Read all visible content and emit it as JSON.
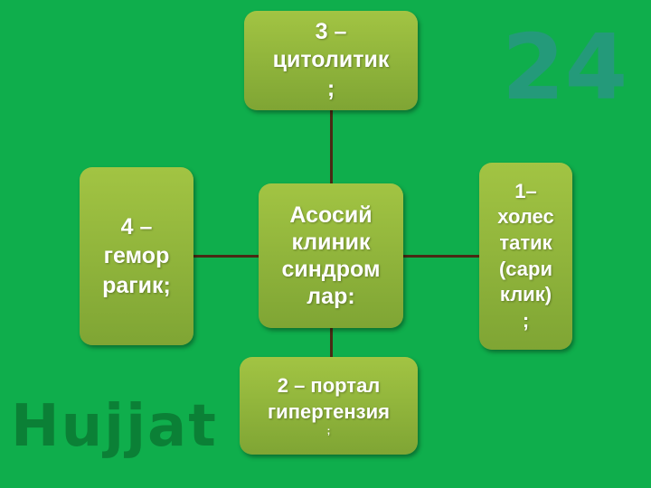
{
  "center": {
    "label": "Асосий\nклиник\nсиндром\nлар:"
  },
  "top": {
    "label": "3 –\nцитолитик\n;"
  },
  "left": {
    "label": "4 –\nгемор\nрагик;"
  },
  "right": {
    "label": "1–\nхолес\nтатик\n(сари\nклик)\n;"
  },
  "bottom": {
    "label": "2 – портал\nгипертензия",
    "suffix": ";"
  },
  "watermark": {
    "text1": "Hujjat",
    "text2": "24"
  },
  "colors": {
    "background": "#0fae4c",
    "box": "#8fb63b",
    "connector": "#4a2a14"
  }
}
